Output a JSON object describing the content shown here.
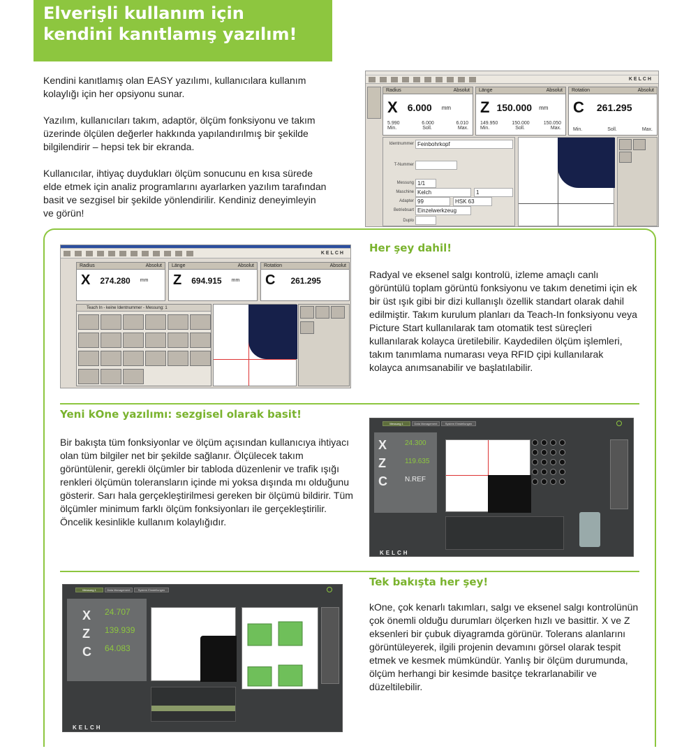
{
  "banner": {
    "line1": "Elverişli kullanım için",
    "line2": "kendini kanıtlamış yazılım!"
  },
  "intro": {
    "p1": "Kendini kanıtlamış olan EASY yazılımı, kullanıcılara kullanım kolaylığı için her opsiyonu sunar.",
    "p2": "Yazılım, kullanıcıları takım, adaptör, ölçüm fonksiyonu ve takım üzerinde ölçülen değerler hakkında yapılandırılmış bir şekilde bilgilendirir – hepsi tek bir ekranda.",
    "p3": "Kullanıcılar, ihtiyaç duydukları ölçüm sonucunu en kısa sürede elde etmek için analiz programlarını ayarlarken yazılım tarafından basit ve sezgisel bir şekilde yönlendirilir. Kendiniz deneyimleyin ve görün!"
  },
  "sections": {
    "s1": {
      "title": "Her şey dahil!",
      "text": "Radyal ve eksenel salgı kontrolü, izleme amaçlı canlı görüntülü toplam görüntü fonksiyonu ve takım denetimi için ek bir üst ışık gibi bir dizi kullanışlı özellik standart olarak dahil edilmiştir. Takım kurulum planları da Teach-In fonksiyonu veya Picture Start kullanılarak tam otomatik test süreçleri kullanılarak kolayca üretilebilir. Kaydedilen ölçüm işlemleri, takım tanımlama numarası veya RFID çipi kullanılarak kolayca anımsanabilir ve başlatılabilir."
    },
    "s2": {
      "title": "Yeni kOne yazılımı: sezgisel olarak basit!",
      "text": "Bir bakışta tüm fonksiyonlar ve ölçüm açısından kullanıcıya ihtiyacı olan tüm bilgiler net bir şekilde sağlanır. Ölçülecek takım görüntülenir, gerekli ölçümler bir tabloda düzenlenir ve trafik ışığı renkleri ölçümün toleransların içinde mi yoksa dışında mı olduğunu gösterir. Sarı hala gerçekleştirilmesi gereken bir ölçümü bildirir. Tüm ölçümler minimum farklı ölçüm fonksiyonları ile gerçekleştirilir. Öncelik kesinlikle kullanım kolaylığıdır."
    },
    "s3": {
      "title": "Tek bakışta her şey!",
      "text": "kOne, çok kenarlı takımları, salgı ve eksenel salgı kontrolünün çok önemli olduğu durumları ölçerken hızlı ve basittir. X ve Z eksenleri bir çubuk diyagramda görünür. Tolerans alanlarını görüntüleyerek, ilgili projenin devamını görsel olarak tespit etmek ve kesmek mümkündür. Yanlış bir ölçüm durumunda, ölçüm herhangi bir kesimde basitçe tekrarlanabilir ve düzeltilebilir."
    }
  },
  "shot1": {
    "logo": "KELCH",
    "axes": [
      {
        "name": "Radius",
        "mode": "Absolut",
        "letter": "X",
        "value": "6.000",
        "unit": "mm",
        "min": "5.990",
        "soll": "6.000",
        "max": "6.010"
      },
      {
        "name": "Länge",
        "mode": "Absolut",
        "letter": "Z",
        "value": "150.000",
        "unit": "mm",
        "min": "149.950",
        "soll": "150.000",
        "max": "150.050"
      },
      {
        "name": "Rotation",
        "mode": "Absolut",
        "letter": "C",
        "value": "261.295",
        "unit": "",
        "min": "",
        "soll": "",
        "max": ""
      }
    ],
    "labels": {
      "min": "Min.",
      "soll": "Soll.",
      "max": "Max."
    },
    "form": {
      "ident_label": "Identnummer",
      "ident": "Feinbohrkopf",
      "tnum_label": "T-Nummer",
      "messung_label": "Messung",
      "messung": "1/1",
      "maschine_label": "Maschine",
      "maschine": "Kelch",
      "maschine_nr": "1",
      "adapter_label": "Adapter",
      "adapter": "99",
      "adapter_type": "HSK 63",
      "betrieb_label": "Betriebsart",
      "betrieb": "Einzelwerkzeug",
      "duplo_label": "Duplo"
    }
  },
  "shot2": {
    "logo": "KELCH",
    "axes": [
      {
        "name": "Radius",
        "mode": "Absolut",
        "letter": "X",
        "value": "274.280",
        "unit": "mm"
      },
      {
        "name": "Länge",
        "mode": "Absolut",
        "letter": "Z",
        "value": "694.915",
        "unit": "mm"
      },
      {
        "name": "Rotation",
        "mode": "Absolut",
        "letter": "C",
        "value": "261.295",
        "unit": ""
      }
    ],
    "teach_title": "Teach In - keine Identnummer - Messung: 1"
  },
  "shot3": {
    "tabs": [
      "Messung 1",
      "Data Management",
      "System Einstellungen"
    ],
    "axes": [
      {
        "letter": "X",
        "value": "24.300"
      },
      {
        "letter": "Z",
        "value": "119.635"
      },
      {
        "letter": "C",
        "value": "N.REF"
      }
    ],
    "logo": "KELCH"
  },
  "shot4": {
    "tabs": [
      "Messung 1",
      "Data Management",
      "System Einstellungen"
    ],
    "axes": [
      {
        "letter": "X",
        "value": "24.707"
      },
      {
        "letter": "Z",
        "value": "139.939"
      },
      {
        "letter": "C",
        "value": "64.083"
      }
    ],
    "logo": "KELCH",
    "bars": [
      0.62,
      0.68,
      0.55,
      0.6
    ]
  },
  "colors": {
    "accent": "#8dc63f",
    "blade": "#16204a"
  }
}
